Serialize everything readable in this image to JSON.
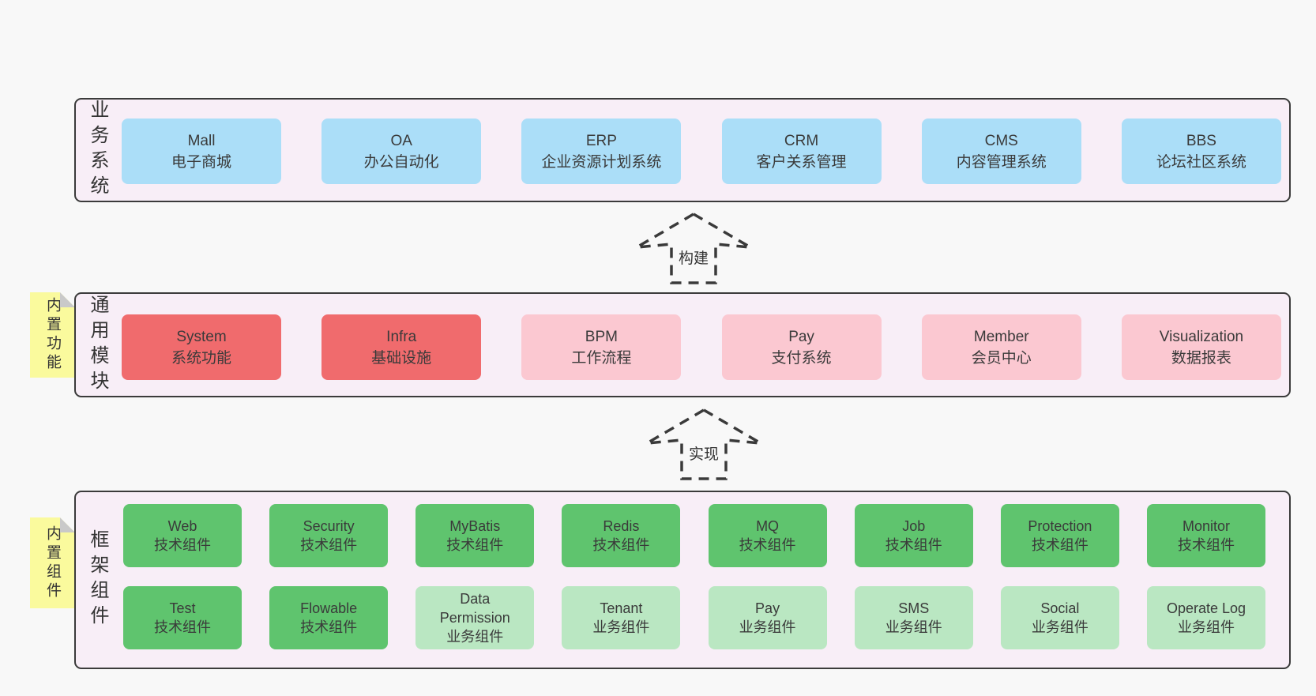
{
  "diagram": {
    "colors": {
      "page_bg": "#f8f8f8",
      "panel_bg": "#f8eef7",
      "panel_border": "#3b3b3b",
      "blue_box": "#abdef8",
      "red_box": "#f06b6d",
      "pink_box": "#fbc8d1",
      "green_box": "#5fc46e",
      "light_green_box": "#bae7c2",
      "note_yellow": "#fafa9d",
      "note_fold_gray": "#c9c9c9"
    },
    "arrows": [
      {
        "label": "构建"
      },
      {
        "label": "实现"
      }
    ],
    "sections": [
      {
        "label": "业务系统",
        "boxes": [
          {
            "en": "Mall",
            "zh": "电子商城"
          },
          {
            "en": "OA",
            "zh": "办公自动化"
          },
          {
            "en": "ERP",
            "zh": "企业资源计划系统"
          },
          {
            "en": "CRM",
            "zh": "客户关系管理"
          },
          {
            "en": "CMS",
            "zh": "内容管理系统"
          },
          {
            "en": "BBS",
            "zh": "论坛社区系统"
          }
        ]
      },
      {
        "label": "通用模块",
        "note": "内置功能",
        "boxes": [
          {
            "en": "System",
            "zh": "系统功能"
          },
          {
            "en": "Infra",
            "zh": "基础设施"
          },
          {
            "en": "BPM",
            "zh": "工作流程"
          },
          {
            "en": "Pay",
            "zh": "支付系统"
          },
          {
            "en": "Member",
            "zh": "会员中心"
          },
          {
            "en": "Visualization",
            "zh": "数据报表"
          }
        ]
      },
      {
        "label": "框架组件",
        "note": "内置组件",
        "rows": [
          [
            {
              "en": "Web",
              "zh": "技术组件"
            },
            {
              "en": "Security",
              "zh": "技术组件"
            },
            {
              "en": "MyBatis",
              "zh": "技术组件"
            },
            {
              "en": "Redis",
              "zh": "技术组件"
            },
            {
              "en": "MQ",
              "zh": "技术组件"
            },
            {
              "en": "Job",
              "zh": "技术组件"
            },
            {
              "en": "Protection",
              "zh": "技术组件"
            },
            {
              "en": "Monitor",
              "zh": "技术组件"
            }
          ],
          [
            {
              "en": "Test",
              "zh": "技术组件"
            },
            {
              "en": "Flowable",
              "zh": "技术组件"
            },
            {
              "en": "Data Permission",
              "zh": "业务组件"
            },
            {
              "en": "Tenant",
              "zh": "业务组件"
            },
            {
              "en": "Pay",
              "zh": "业务组件"
            },
            {
              "en": "SMS",
              "zh": "业务组件"
            },
            {
              "en": "Social",
              "zh": "业务组件"
            },
            {
              "en": "Operate Log",
              "zh": "业务组件"
            }
          ]
        ]
      }
    ]
  }
}
